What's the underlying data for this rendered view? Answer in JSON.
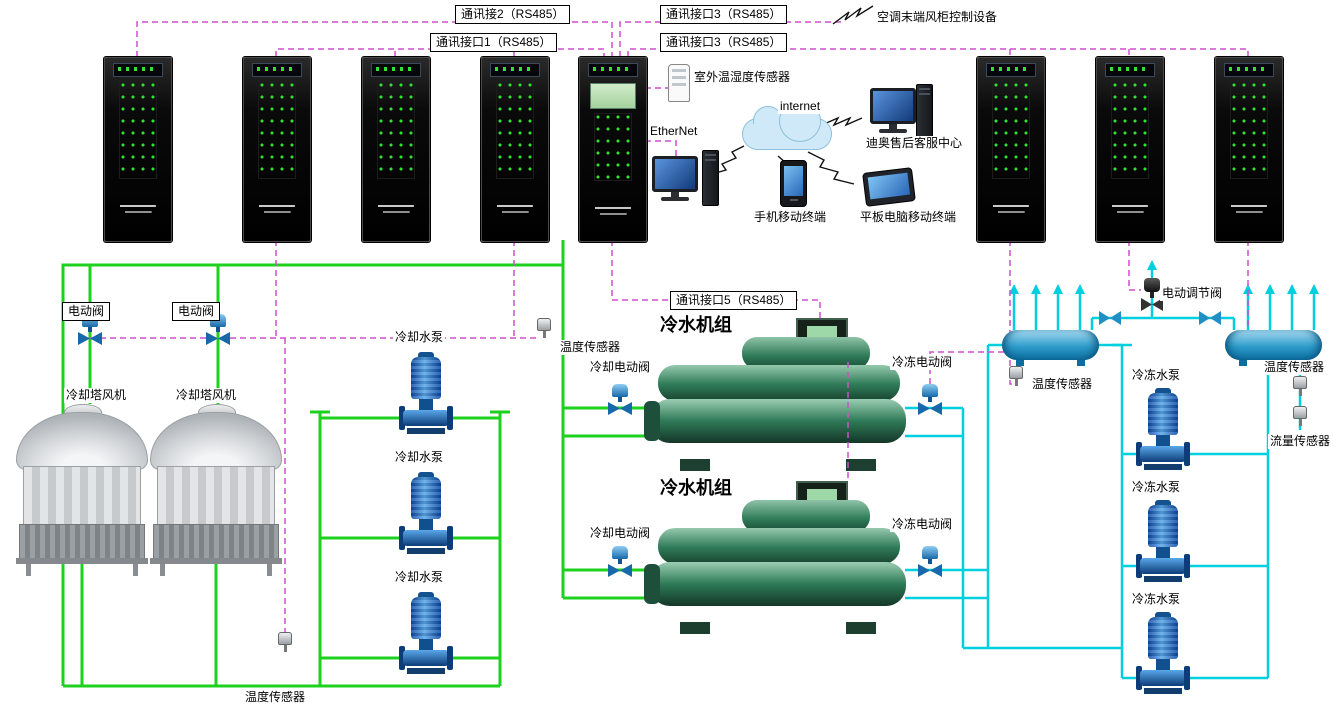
{
  "colors": {
    "pipe_cooling_green": "#1ed11e",
    "pipe_chilled_cyan": "#00cfe0",
    "signal_magenta": "#cf4fcf",
    "wireless_black": "#111111"
  },
  "comm_labels": {
    "link2_rs485": "通讯接2（RS485）",
    "port1_rs485": "通讯接口1（RS485）",
    "port3_rs485": "通讯接口3（RS485）",
    "port5_rs485": "通讯接口5（RS485）"
  },
  "network": {
    "ahu_terminal_note": "空调末端风柜控制设备",
    "outdoor_th_sensor": "室外温湿度传感器",
    "ethernet": "EtherNet",
    "internet": "internet",
    "aftersales_center": "迪奥售后客服中心",
    "mobile_terminal": "手机移动终端",
    "tablet_terminal": "平板电脑移动终端"
  },
  "equipment_labels": {
    "motor_valve": "电动阀",
    "cooling_tower_fan": "冷却塔风机",
    "cooling_water_pump": "冷却水泵",
    "temperature_sensor": "温度传感器",
    "cooling_motor_valve": "冷却电动阀",
    "chiller_unit": "冷水机组",
    "chilled_motor_valve": "冷冻电动阀",
    "chilled_water_pump": "冷冻水泵",
    "flow_sensor": "流量传感器",
    "motor_regulating_valve": "电动调节阀"
  }
}
